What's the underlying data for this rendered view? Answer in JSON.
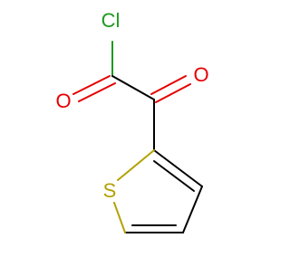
{
  "molecule": {
    "atoms": {
      "chlorine": {
        "label": "Cl",
        "color": "#1f9a1f"
      },
      "oxygen_left": {
        "label": "O",
        "color": "#e60000"
      },
      "oxygen_right": {
        "label": "O",
        "color": "#e60000"
      },
      "sulfur": {
        "label": "S",
        "color": "#b3a100"
      }
    }
  }
}
